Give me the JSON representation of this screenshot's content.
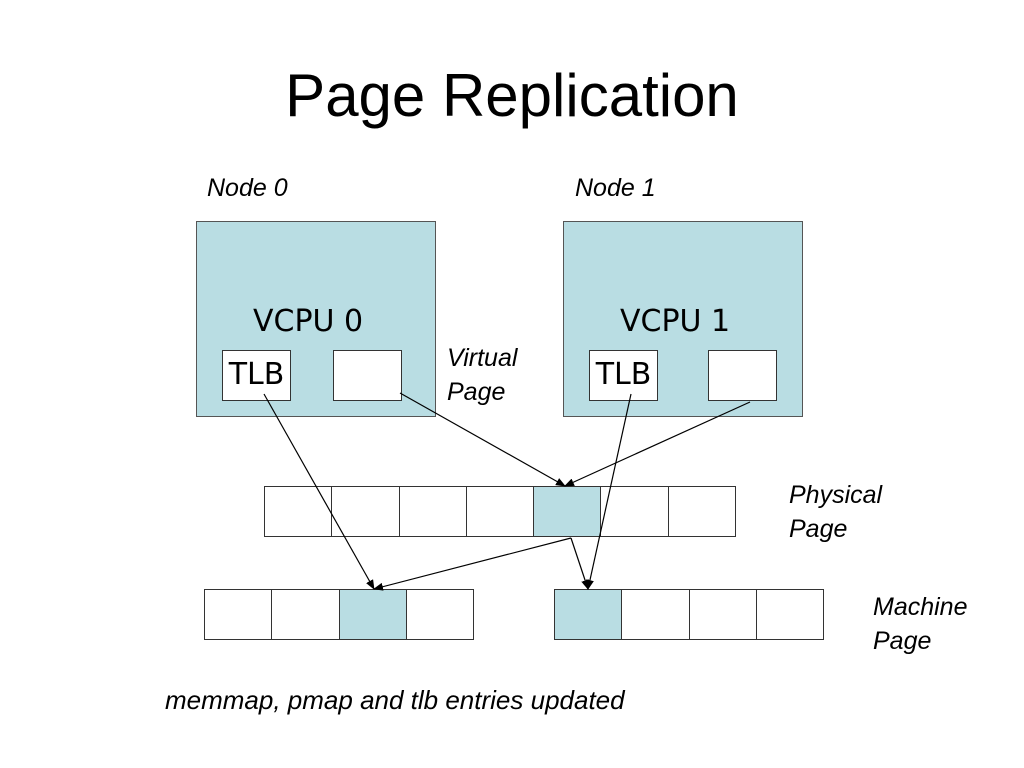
{
  "title": "Page Replication",
  "nodes": [
    {
      "label": "Node 0",
      "vcpu": "VCPU 0",
      "tlb": "TLB"
    },
    {
      "label": "Node 1",
      "vcpu": "VCPU 1",
      "tlb": "TLB"
    }
  ],
  "virtual_page_label": [
    "Virtual",
    "Page"
  ],
  "physical_page_label": [
    "Physical",
    "Page"
  ],
  "machine_page_label": [
    "Machine",
    "Page"
  ],
  "caption": "memmap, pmap and tlb entries updated",
  "colors": {
    "highlight": "#b9dde3",
    "border": "#333333"
  }
}
